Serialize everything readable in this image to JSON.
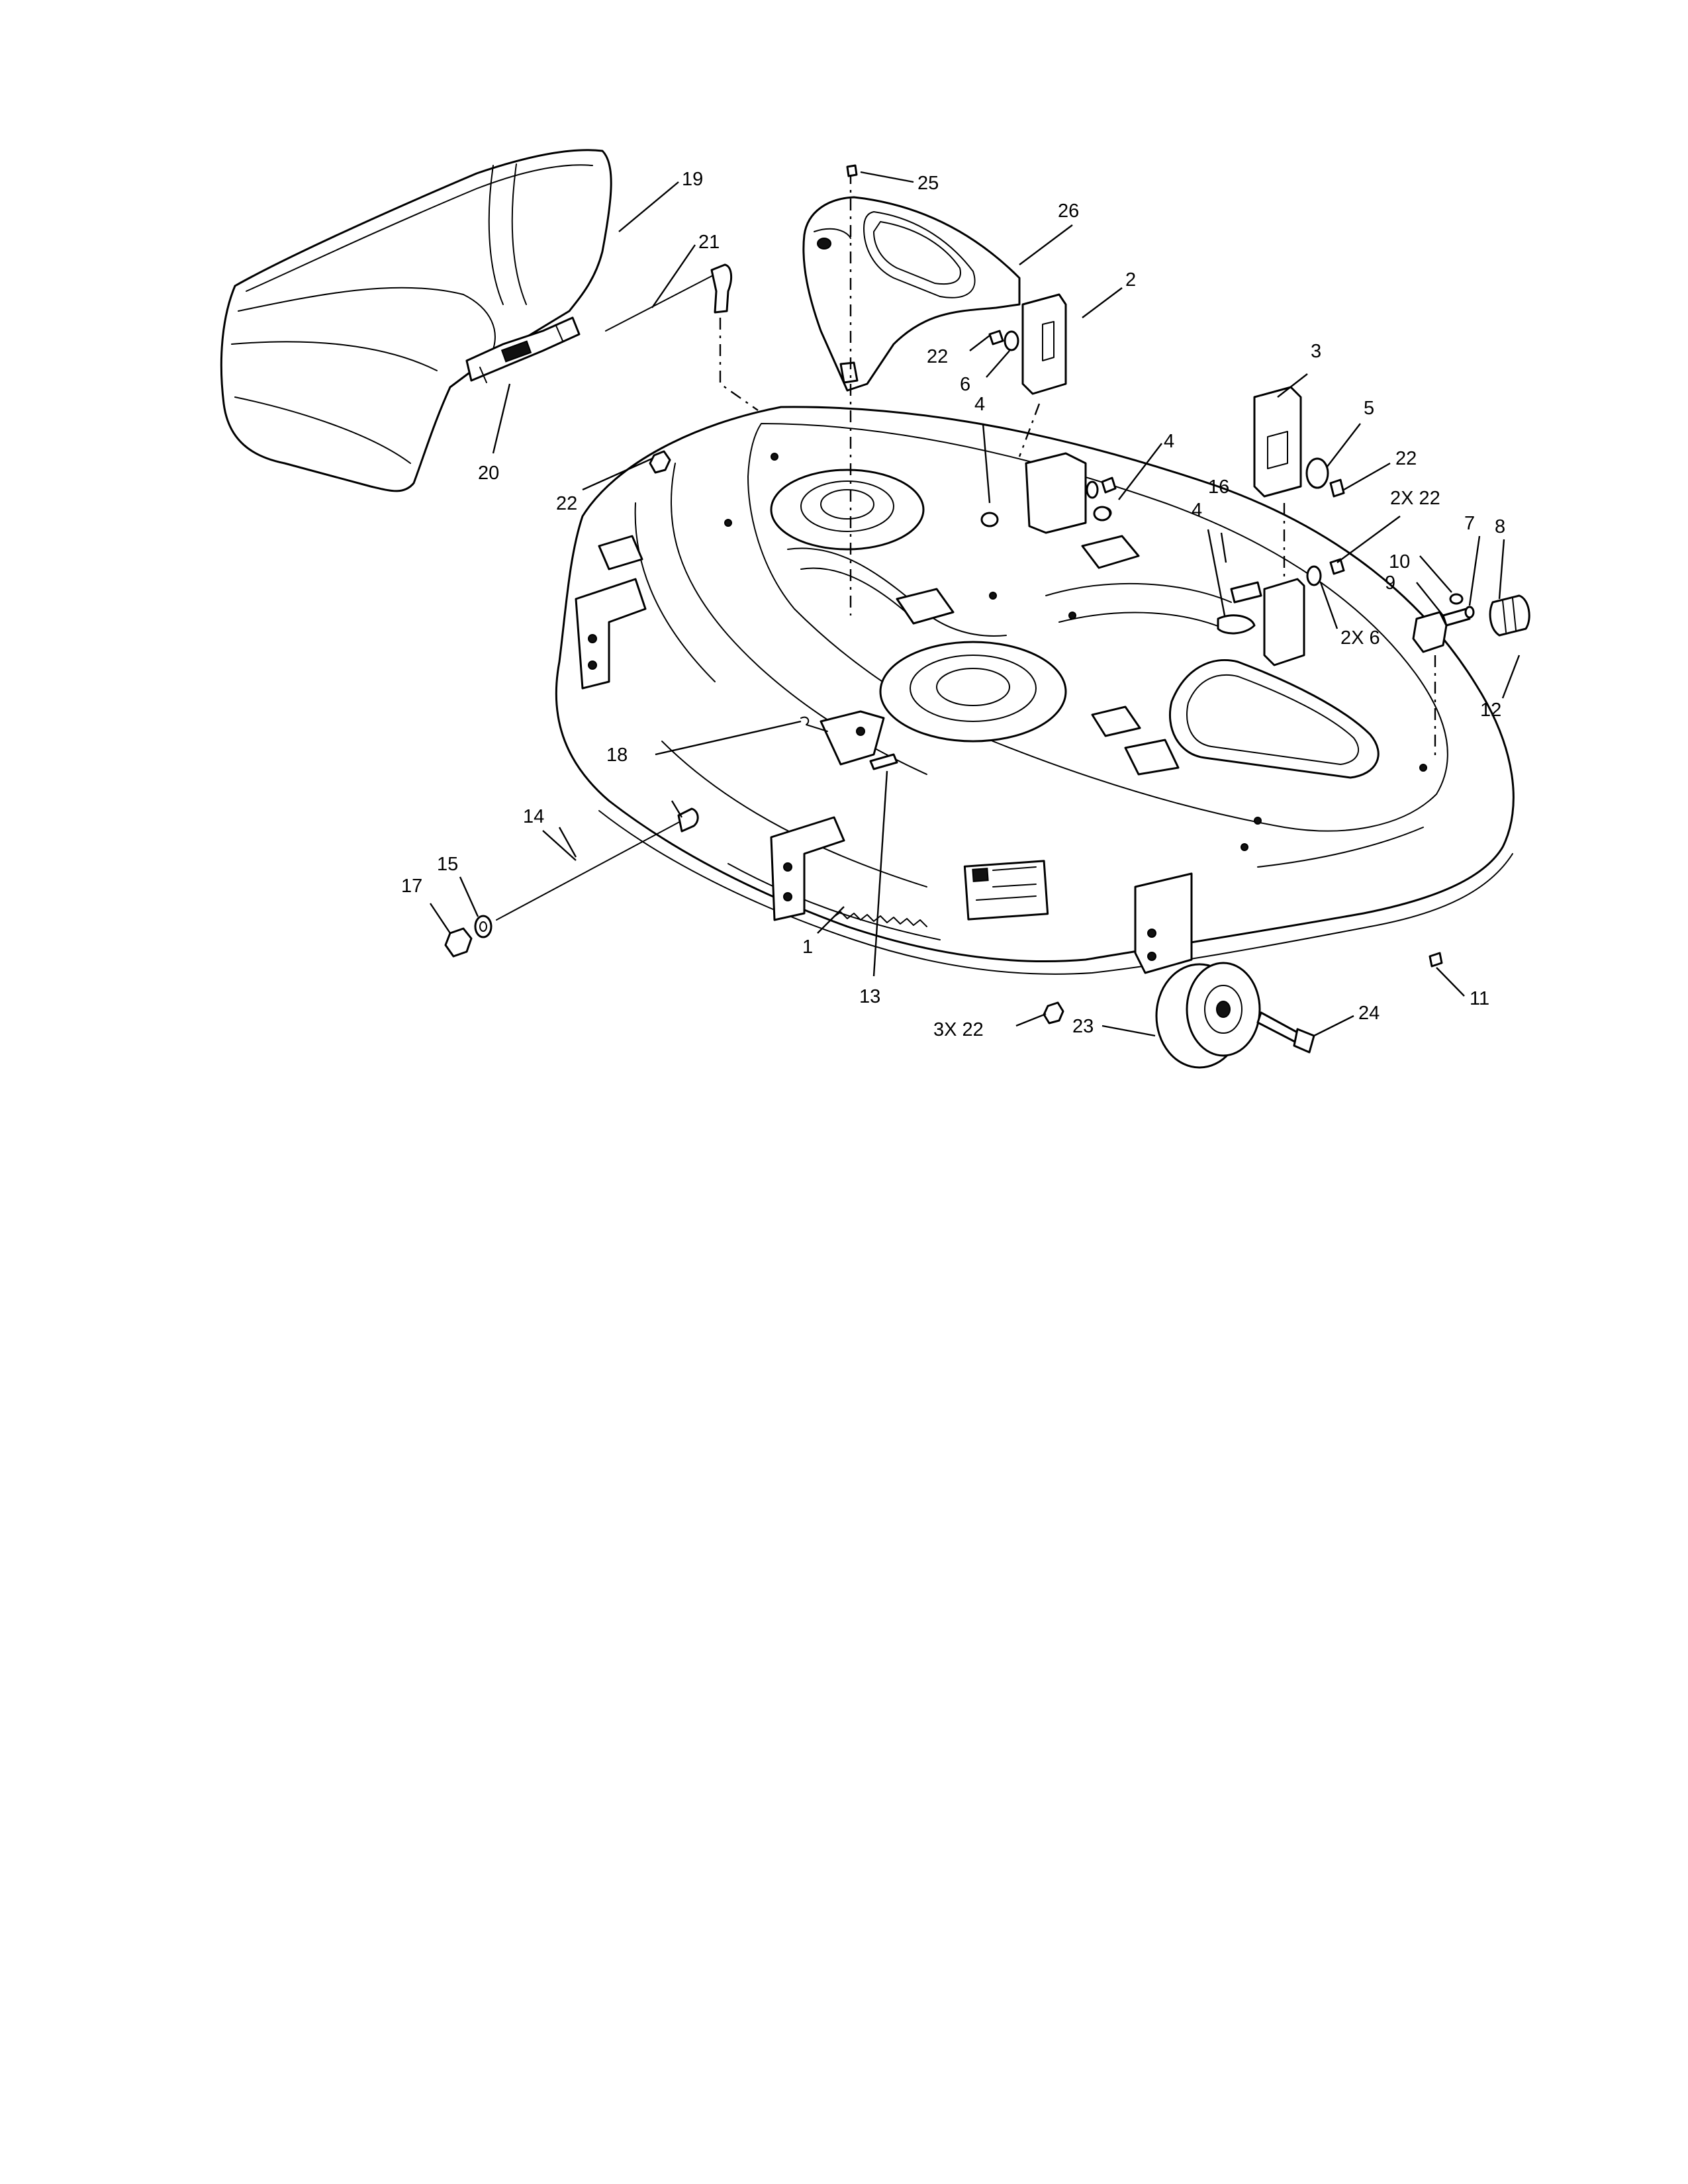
{
  "diagram": {
    "callouts": [
      {
        "id": "c1",
        "text": "1"
      },
      {
        "id": "c2",
        "text": "2"
      },
      {
        "id": "c3",
        "text": "3"
      },
      {
        "id": "c4a",
        "text": "4"
      },
      {
        "id": "c4b",
        "text": "4"
      },
      {
        "id": "c4c",
        "text": "4"
      },
      {
        "id": "c5",
        "text": "5"
      },
      {
        "id": "c6",
        "text": "6"
      },
      {
        "id": "c7",
        "text": "7"
      },
      {
        "id": "c8",
        "text": "8"
      },
      {
        "id": "c9",
        "text": "9"
      },
      {
        "id": "c10",
        "text": "10"
      },
      {
        "id": "c11",
        "text": "11"
      },
      {
        "id": "c12",
        "text": "12"
      },
      {
        "id": "c13",
        "text": "13"
      },
      {
        "id": "c14",
        "text": "14"
      },
      {
        "id": "c15",
        "text": "15"
      },
      {
        "id": "c16",
        "text": "16"
      },
      {
        "id": "c17",
        "text": "17"
      },
      {
        "id": "c18",
        "text": "18"
      },
      {
        "id": "c19",
        "text": "19"
      },
      {
        "id": "c20",
        "text": "20"
      },
      {
        "id": "c21",
        "text": "21"
      },
      {
        "id": "c22a",
        "text": "22"
      },
      {
        "id": "c22b",
        "text": "22"
      },
      {
        "id": "c22c",
        "text": "22"
      },
      {
        "id": "c2x22",
        "text": "2X 22"
      },
      {
        "id": "c2x6",
        "text": "2X 6"
      },
      {
        "id": "c3x22",
        "text": "3X 22"
      },
      {
        "id": "c23",
        "text": "23"
      },
      {
        "id": "c24",
        "text": "24"
      },
      {
        "id": "c25",
        "text": "25"
      },
      {
        "id": "c26",
        "text": "26"
      }
    ]
  }
}
